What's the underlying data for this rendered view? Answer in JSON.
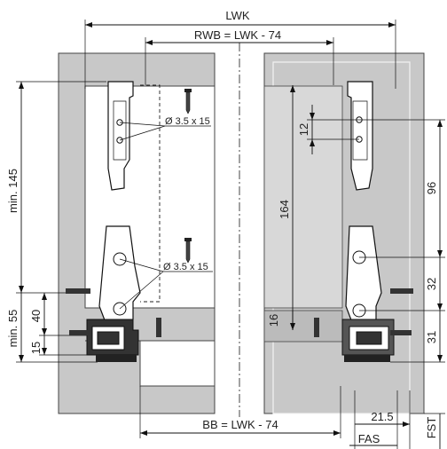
{
  "labels": {
    "lwk": "LWK",
    "rwb": "RWB = LWK - 74",
    "bb": "BB = LWK - 74",
    "screw_top": "Ø 3.5 x 15",
    "screw_bottom": "Ø 3.5 x 15",
    "min145": "min. 145",
    "min55": "min. 55",
    "d40": "40",
    "d15": "15",
    "d12": "12",
    "d164": "164",
    "d16": "16",
    "d96": "96",
    "d32": "32",
    "d31": "31",
    "d215": "21.5",
    "fas": "FAS",
    "fst": "FST"
  },
  "colors": {
    "cabinet_gray": "#c8c8c8",
    "line": "#111111",
    "background": "#ffffff"
  }
}
